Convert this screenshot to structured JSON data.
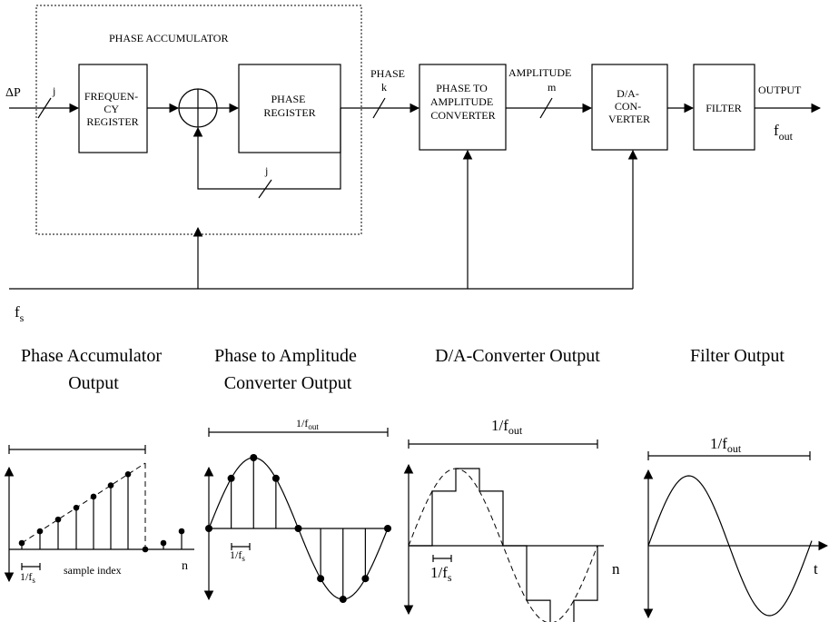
{
  "diagram": {
    "group_label": "PHASE ACCUMULATOR",
    "input_label": "ΔP",
    "clock_label": "f",
    "clock_sub": "s",
    "blocks": {
      "freq_register": [
        "FREQUEN-",
        "CY",
        "REGISTER"
      ],
      "phase_register": [
        "PHASE",
        "REGISTER"
      ],
      "ptoa": [
        "PHASE TO",
        "AMPLITUDE",
        "CONVERTER"
      ],
      "dac": [
        "D/A-",
        "CON-",
        "VERTER"
      ],
      "filter": [
        "FILTER"
      ]
    },
    "bus_labels": {
      "input_width": "j",
      "feedback_width": "j",
      "phase": "PHASE",
      "phase_width": "k",
      "amplitude": "AMPLITUDE",
      "amplitude_width": "m",
      "output": "OUTPUT",
      "fout_main": "f",
      "fout_sub": "out"
    }
  },
  "panels": {
    "accumulator": {
      "title_lines": [
        "Phase Accumulator",
        "Output"
      ],
      "period_label": "1/f",
      "period_sub": "s",
      "axis_label": "sample index",
      "n_label": "n"
    },
    "ptoa": {
      "title_lines": [
        "Phase to Amplitude",
        "Converter Output"
      ],
      "period_main": "1/f",
      "period_sub": "out",
      "sample_main": "1/f",
      "sample_sub": "s"
    },
    "dac": {
      "title_lines": [
        "D/A-Converter Output"
      ],
      "period_main": "1/f",
      "period_sub": "out",
      "sample_main": "1/f",
      "sample_sub": "s",
      "n_label": "n"
    },
    "filter": {
      "title_lines": [
        "Filter Output"
      ],
      "period_main": "1/f",
      "period_sub": "out",
      "t_label": "t"
    }
  }
}
